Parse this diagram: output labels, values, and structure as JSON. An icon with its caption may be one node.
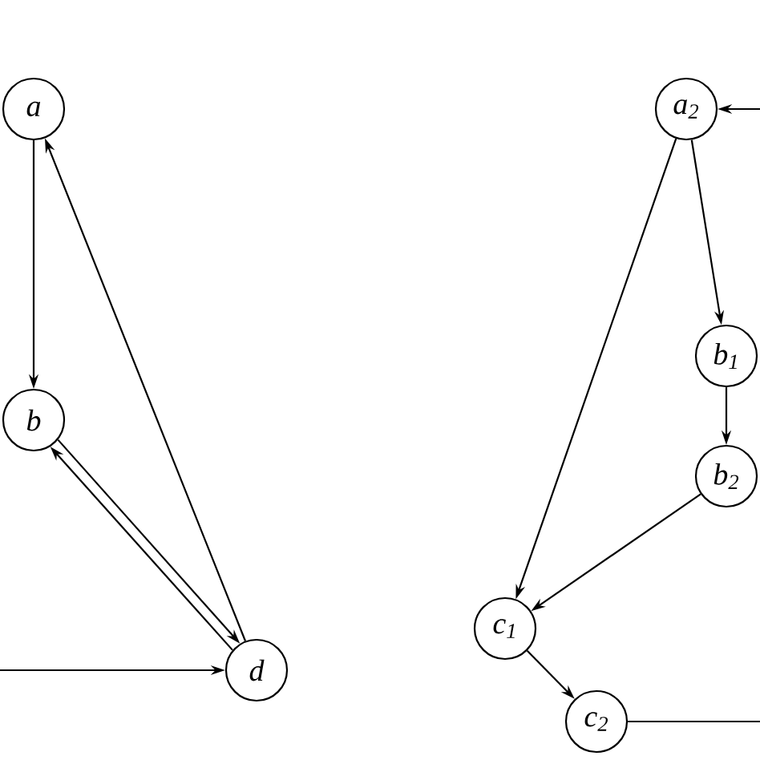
{
  "diagram": {
    "nodes": [
      {
        "text": [
          "a"
        ]
      },
      {
        "text": [
          "b"
        ]
      },
      {
        "text": [
          "d"
        ]
      },
      {
        "text": [
          "a$_{2}$"
        ]
      },
      {
        "text": [
          "b$_{1}$"
        ]
      },
      {
        "text": [
          "b$_{2}$"
        ]
      },
      {
        "text": [
          "c$_{1}$"
        ]
      },
      {
        "text": [
          "c$_{2}$"
        ]
      }
    ],
    "edges": [
      {
        "from": null,
        "to": 2,
        "arrow": "to"
      },
      {
        "from": 0,
        "to": 1,
        "arrow": "to"
      },
      {
        "from": 2,
        "to": 0,
        "arrow": "to"
      },
      {
        "from": 1,
        "to": 2,
        "arrow": "to"
      },
      {
        "from": 2,
        "to": 1,
        "arrow": "to"
      },
      {
        "from": null,
        "to": 3,
        "arrow": "to"
      },
      {
        "from": 3,
        "to": 4,
        "arrow": "to"
      },
      {
        "from": 4,
        "to": 5,
        "arrow": "to"
      },
      {
        "from": 5,
        "to": 6,
        "arrow": "to"
      },
      {
        "from": 3,
        "to": 6,
        "arrow": "to"
      },
      {
        "from": 6,
        "to": 7,
        "arrow": "to"
      },
      {
        "from": 7,
        "to": null,
        "arrow": "none"
      }
    ]
  }
}
